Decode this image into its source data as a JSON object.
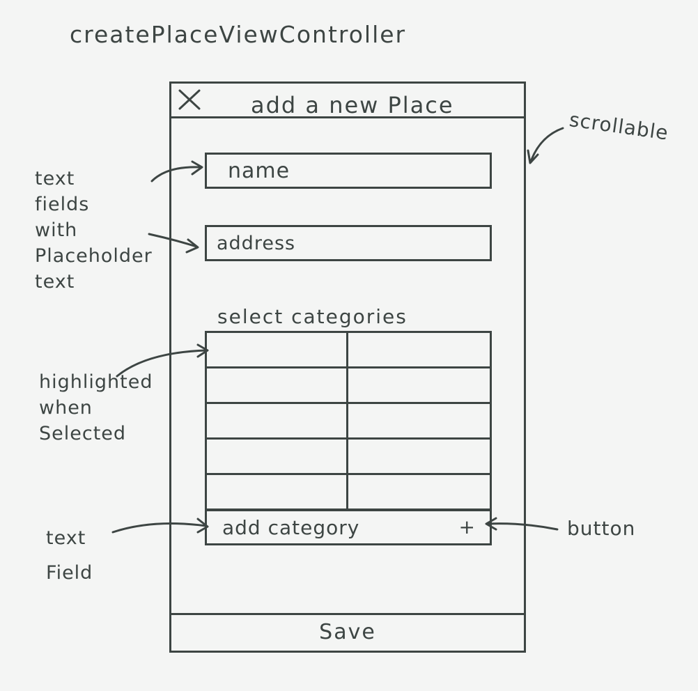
{
  "diagram": {
    "title": "createPlaceViewController"
  },
  "screen": {
    "nav": {
      "close_icon": "close-icon",
      "title": "add a new Place"
    },
    "fields": {
      "name_placeholder": "name",
      "address_placeholder": "address"
    },
    "categories": {
      "label": "select categories",
      "rows": 5,
      "columns": 2
    },
    "add_category": {
      "placeholder": "add category",
      "button_label": "+"
    },
    "save_label": "Save"
  },
  "annotations": {
    "text_fields": "text\nfields\nwith\nPlaceholder\ntext",
    "highlighted": "highlighted\nwhen\nSelected",
    "text_field": "text\nField",
    "scrollable": "scrollable",
    "button": "button"
  },
  "colors": {
    "ink": "#3d4543",
    "paper": "#f4f5f4"
  }
}
